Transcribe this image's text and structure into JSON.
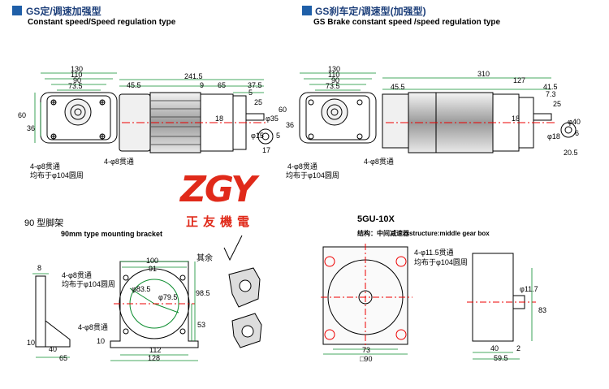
{
  "headers": {
    "left_title": "GS定/调速加强型",
    "left_subtitle": "Constant speed/Speed regulation type",
    "right_title": "GS刹车定/调速型(加强型)",
    "right_subtitle": "GS Brake constant speed /speed regulation type"
  },
  "logo": {
    "text": "ZGY",
    "chinese": "正友機電"
  },
  "bracket": {
    "title": "90 型脚架",
    "subtitle": "90mm type mounting bracket",
    "others_label": "其余"
  },
  "gearbox": {
    "title": "5GU-10X",
    "subtitle": "结构：中间减速器structure:middle gear box"
  },
  "notes": {
    "holes_8": "4-φ8贯通",
    "pcd_104": "均布于φ104圆周",
    "holes_8_b": "4-φ8贯通",
    "holes_11_5": "4-φ11.5贯通",
    "pcd_104_b": "均布于φ104圆周"
  },
  "dims_left": {
    "d130": "130",
    "d110": "110",
    "d90": "90",
    "d73_5": "73.5",
    "d60": "60",
    "d36": "36",
    "d45_5": "45.5",
    "d241_5": "241.5",
    "d9": "9",
    "d65": "65",
    "d37_5": "37.5",
    "d5": "5",
    "d25": "25",
    "d18": "18",
    "d35": "φ35",
    "d15": "φ15",
    "d5b": "5",
    "d17": "17"
  },
  "dims_right": {
    "d130": "130",
    "d110": "110",
    "d90": "90",
    "d73_5": "73.5",
    "d60": "60",
    "d36": "36",
    "d45_5": "45.5",
    "d310": "310",
    "d127": "127",
    "d41_5": "41.5",
    "d7_3": "7.3",
    "d25": "25",
    "d18": "18",
    "d40": "φ40",
    "d18b": "φ18",
    "d6": "6",
    "d20_5": "20.5"
  },
  "dims_bracket": {
    "d8": "8",
    "d10": "10",
    "d40": "40",
    "d65": "65",
    "d100": "100",
    "d91": "91",
    "d83_5": "φ83.5",
    "d79_5": "φ79.5",
    "d98_5": "98.5",
    "d53": "53",
    "d112": "112",
    "d128": "128",
    "d10b": "10"
  },
  "dims_gearbox": {
    "d73": "73",
    "d90": "□90",
    "d11_7": "φ11.7",
    "d83": "83",
    "d40": "40",
    "d2": "2",
    "d59_5": "59.5"
  }
}
